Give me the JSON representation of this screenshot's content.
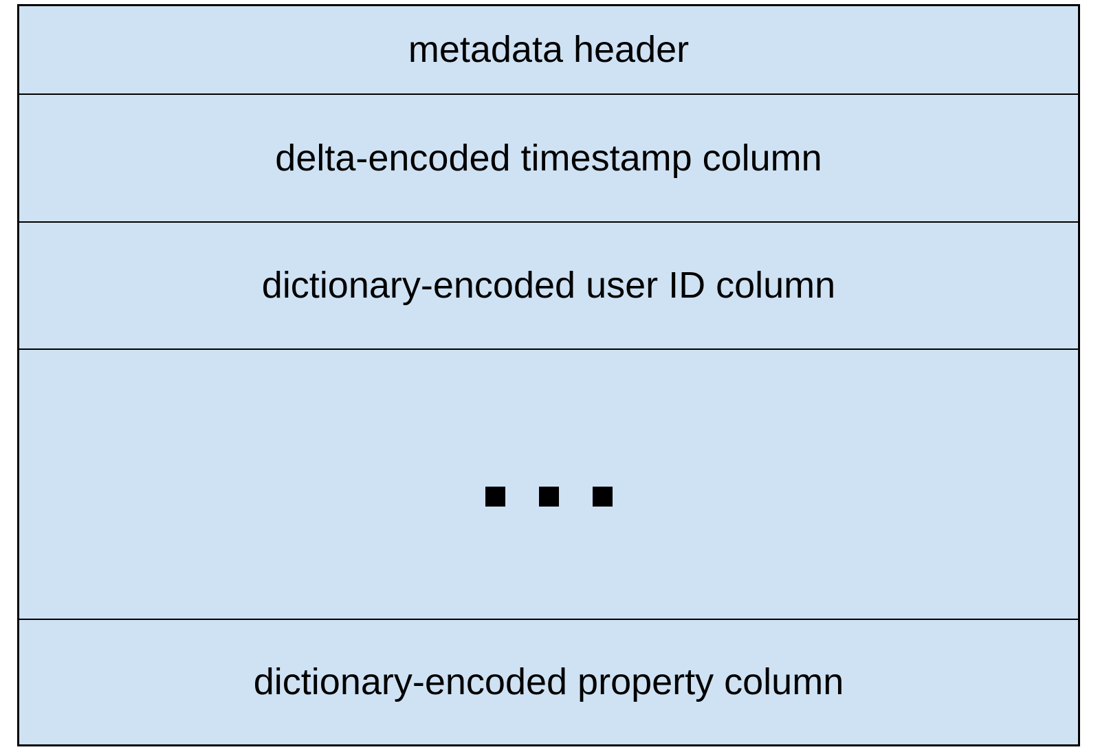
{
  "diagram": {
    "description": "stacked file-layout diagram of a column-oriented storage block",
    "rows": [
      {
        "label": "metadata header"
      },
      {
        "label": "delta-encoded timestamp column"
      },
      {
        "label": "dictionary-encoded user ID column"
      },
      {
        "label": "…",
        "type": "ellipsis",
        "square_count": 3
      },
      {
        "label": "dictionary-encoded property column"
      }
    ],
    "colors": {
      "fill": "#cfe2f3",
      "border": "#000000",
      "text": "#000000",
      "page_bg": "#ffffff"
    }
  }
}
